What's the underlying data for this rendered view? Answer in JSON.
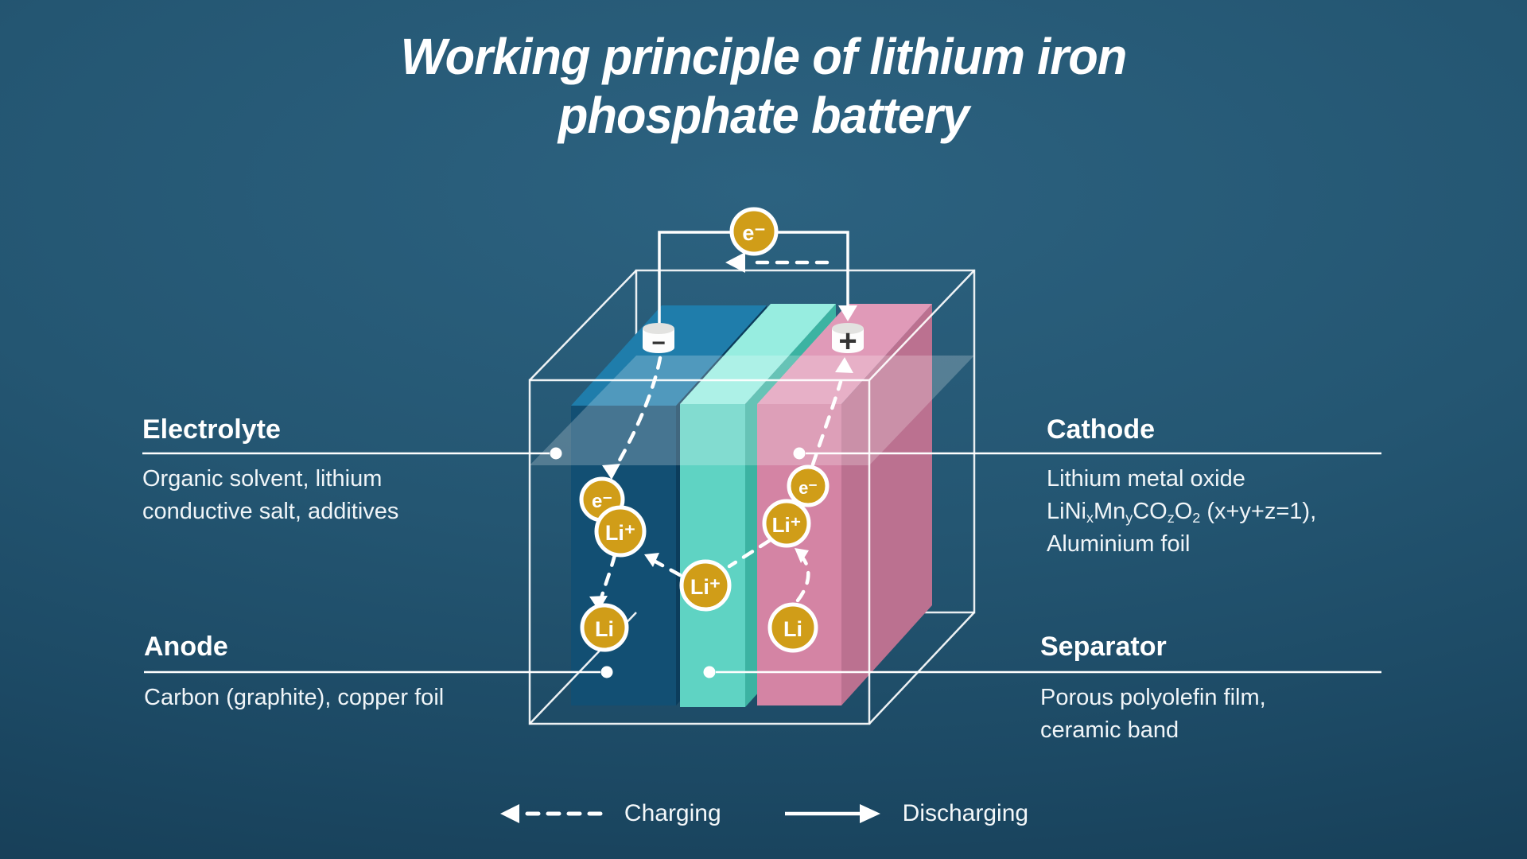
{
  "title": {
    "line1": "Working principle of lithium iron",
    "line2": "phosphate battery"
  },
  "labels": {
    "electrolyte": {
      "heading": "Electrolyte",
      "line1": "Organic solvent, lithium",
      "line2": "conductive salt, additives"
    },
    "cathode": {
      "heading": "Cathode",
      "line1": "Lithium metal oxide",
      "formula_parts": [
        {
          "t": "LiNi"
        },
        {
          "s": "x"
        },
        {
          "t": "Mn"
        },
        {
          "s": "y"
        },
        {
          "t": "CO"
        },
        {
          "s": "z"
        },
        {
          "t": "O"
        },
        {
          "s": "2"
        },
        {
          "t": " (x+y+z=1),"
        }
      ],
      "line3": "Aluminium foil"
    },
    "anode": {
      "heading": "Anode",
      "line1": "Carbon (graphite), copper foil"
    },
    "separator": {
      "heading": "Separator",
      "line1": "Porous polyolefin film,",
      "line2": "ceramic band"
    }
  },
  "diagram": {
    "particles": {
      "electron": "e⁻",
      "lithium_ion": "Li⁺",
      "lithium": "Li"
    },
    "terminals": {
      "negative": "−",
      "positive": "+"
    }
  },
  "legend": {
    "charging": "Charging",
    "discharging": "Discharging"
  },
  "colors": {
    "background_center": "#2c6280",
    "background_edge": "#153b53",
    "anode_top": "#1f7dab",
    "anode_front": "#124f73",
    "anode_side": "#0c3d5c",
    "separator_top": "#97ede0",
    "separator_front": "#5fd3c3",
    "separator_side": "#3cb3a2",
    "cathode_top": "#e09ab8",
    "cathode_front": "#d484a4",
    "cathode_side": "#bb7190",
    "particle_gold": "#d09d18",
    "wireframe": "#ffffff",
    "electrolyte_overlay": "rgba(255,255,255,0.22)",
    "terminal_body": "#fdfdfd",
    "terminal_cap": "#e2e2e0",
    "terminal_sign": "#333333",
    "text": "#ffffff"
  }
}
